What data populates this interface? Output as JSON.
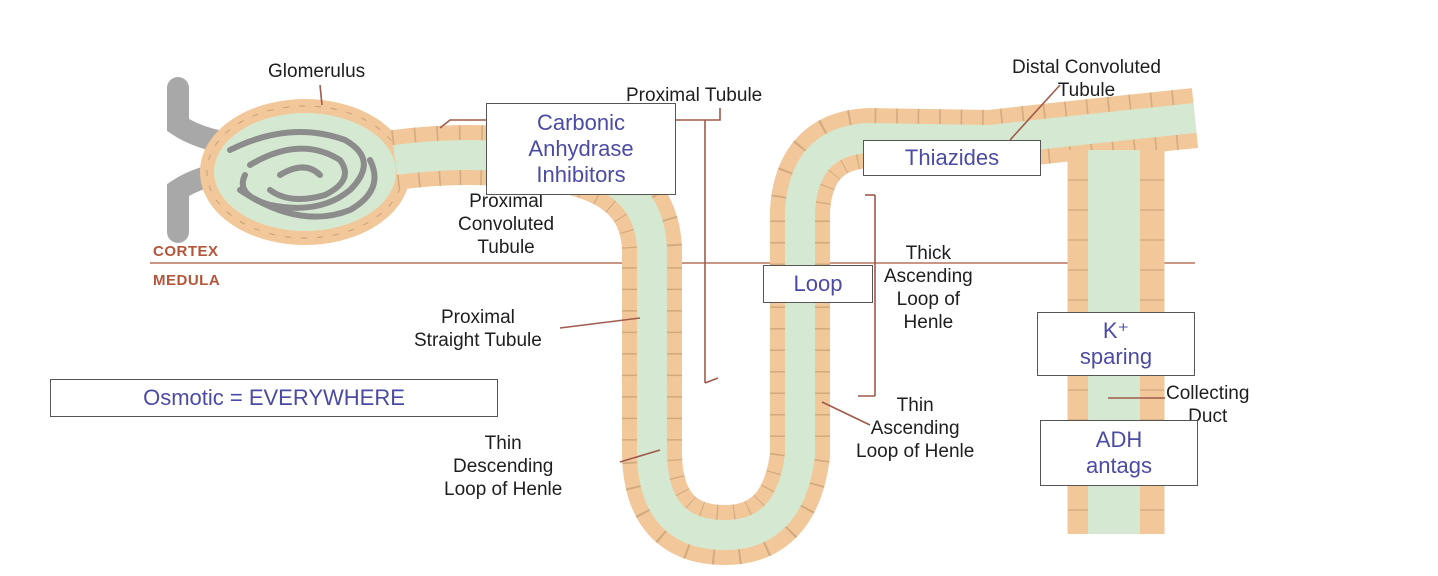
{
  "labels": {
    "glomerulus": "Glomerulus",
    "proximal_tubule": "Proximal Tubule",
    "distal_convoluted_tubule": [
      "Distal Convoluted",
      "Tubule"
    ],
    "proximal_convoluted_tubule": [
      "Proximal",
      "Convoluted",
      "Tubule"
    ],
    "thick_ascending": [
      "Thick",
      "Ascending",
      "Loop of",
      "Henle"
    ],
    "proximal_straight_tubule": [
      "Proximal",
      "Straight Tubule"
    ],
    "thin_ascending": [
      "Thin",
      "Ascending",
      "Loop of Henle"
    ],
    "thin_descending": [
      "Thin",
      "Descending",
      "Loop of Henle"
    ],
    "collecting_duct": [
      "Collecting",
      "Duct"
    ]
  },
  "zones": {
    "cortex": "CORTEX",
    "medula": "MEDULA"
  },
  "drug_boxes": {
    "carbonic": [
      "Carbonic",
      "Anhydrase",
      "Inhibitors"
    ],
    "thiazides": "Thiazides",
    "loop": "Loop",
    "k_sparing": [
      "K⁺",
      "sparing"
    ],
    "adh": [
      "ADH",
      "antags"
    ],
    "osmotic": "Osmotic = EVERYWHERE"
  },
  "colors": {
    "tubule_wall": "#f2c79a",
    "tubule_lumen": "#d5e8d2",
    "vessel": "#a8a8a8",
    "pointer": "#a05a4a",
    "zone_text": "#b5553a",
    "box_text": "#4b4ba6"
  }
}
